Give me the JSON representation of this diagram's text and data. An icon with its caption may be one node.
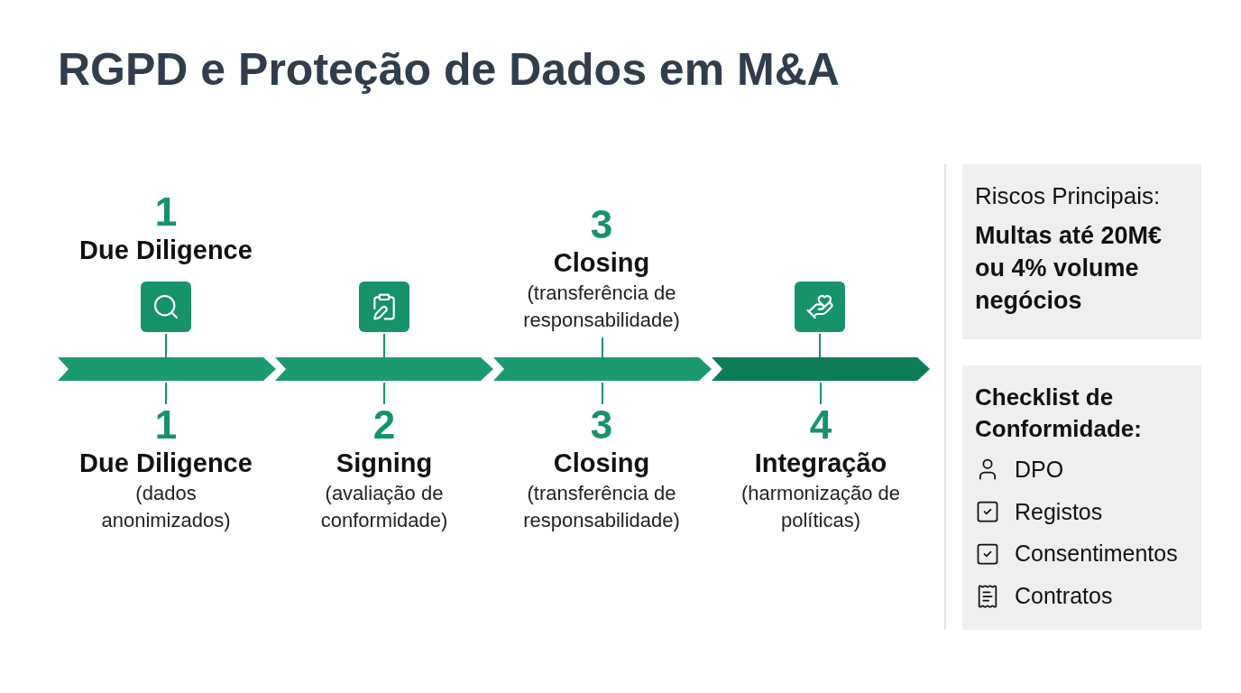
{
  "diagram": {
    "title": "RGPD e Proteção de Dados em M&A",
    "nodes": [
      {
        "text": [],
        "shape": "icon"
      },
      {
        "text": [],
        "shape": "icon"
      },
      {
        "text": [
          "3",
          "Closing",
          "(transferência de responsabilidade)"
        ]
      },
      {
        "text": [],
        "shape": "icon"
      },
      {
        "text": [],
        "shape": "bar"
      },
      {
        "text": [],
        "shape": "bar"
      },
      {
        "text": [],
        "shape": "bar"
      },
      {
        "text": [],
        "shape": "bar"
      },
      {
        "text": [
          "1",
          "Due Diligence",
          "(dados anonimizados)"
        ]
      },
      {
        "text": [
          "2",
          "Signing",
          "(avaliação de conformidade)"
        ]
      },
      {
        "text": [
          "3",
          "Closing",
          "(transferência de responsabilidade)"
        ]
      },
      {
        "text": [
          "4",
          "Integração",
          "(harmonização de políticas)"
        ]
      },
      {
        "text": [
          "Riscos Principais:",
          "Multas até 20M€ ou 4% volume negócios"
        ]
      },
      {
        "text": [
          "Checklist de Conformidade:",
          "DPO",
          "Registos",
          "Consentimentos",
          "Contratos"
        ]
      }
    ],
    "edges": [
      {
        "from": 0,
        "to": 4,
        "arrow": "none"
      },
      {
        "from": 1,
        "to": 5,
        "arrow": "none"
      },
      {
        "from": 2,
        "to": 6,
        "arrow": "none"
      },
      {
        "from": 3,
        "to": 7,
        "arrow": "none"
      },
      {
        "from": 4,
        "to": 8,
        "arrow": "none"
      },
      {
        "from": 5,
        "to": 9,
        "arrow": "none"
      },
      {
        "from": 6,
        "to": 10,
        "arrow": "none"
      },
      {
        "from": 7,
        "to": 11,
        "arrow": "none"
      }
    ],
    "labels": [
      "1",
      "Due Diligence"
    ]
  }
}
